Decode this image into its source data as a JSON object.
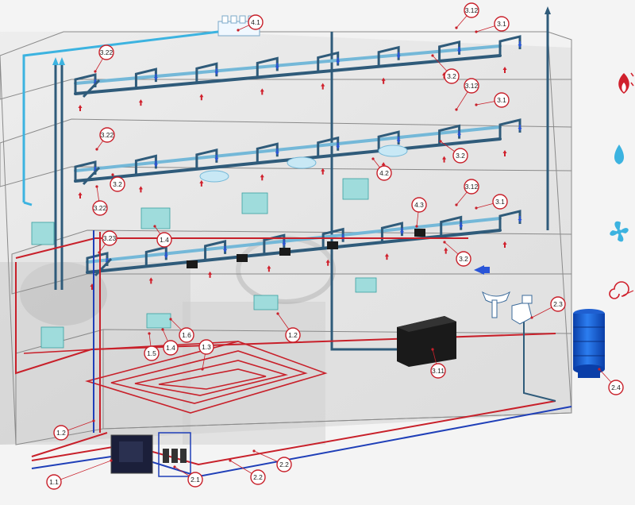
{
  "colors": {
    "hot": "#d0202c",
    "cold": "#1f3fb8",
    "light_blue": "#3cb3e0",
    "pipe_dark": "#2f5b7a",
    "pipe_light": "#74b8d8",
    "frame": "#7a7a7a",
    "callout_ring": "#c8202a",
    "sprinkler_arrow": "#d0202c",
    "drop_arrow": "#2a55d8"
  },
  "legend": {
    "icons": [
      "fire-icon",
      "water-drop-icon",
      "fan-icon",
      "spiral-icon"
    ]
  },
  "callouts": [
    {
      "label": "4.1"
    },
    {
      "label": "3.12"
    },
    {
      "label": "3.1"
    },
    {
      "label": "3.2"
    },
    {
      "label": "3.22"
    },
    {
      "label": "3.12"
    },
    {
      "label": "3.1"
    },
    {
      "label": "3.2"
    },
    {
      "label": "3.22"
    },
    {
      "label": "4.2"
    },
    {
      "label": "3.2"
    },
    {
      "label": "3.22"
    },
    {
      "label": "3.12"
    },
    {
      "label": "3.1"
    },
    {
      "label": "4.3"
    },
    {
      "label": "3.2"
    },
    {
      "label": "1.4"
    },
    {
      "label": "3.23"
    },
    {
      "label": "1.6"
    },
    {
      "label": "1.4"
    },
    {
      "label": "1.5"
    },
    {
      "label": "1.3"
    },
    {
      "label": "1.2"
    },
    {
      "label": "2.3"
    },
    {
      "label": "3.11"
    },
    {
      "label": "2.4"
    },
    {
      "label": "1.2"
    },
    {
      "label": "2.2"
    },
    {
      "label": "2.2"
    },
    {
      "label": "2.1"
    },
    {
      "label": "1.1"
    }
  ]
}
